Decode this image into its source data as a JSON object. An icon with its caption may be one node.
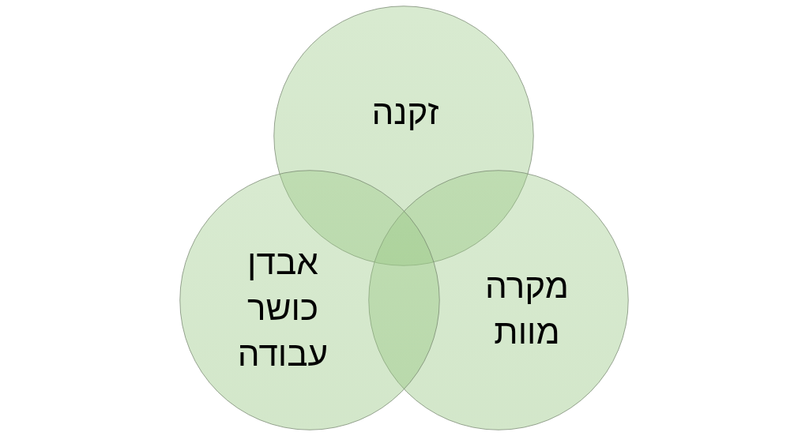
{
  "diagram": {
    "nodes": [
      {
        "text": [
          "זקנה"
        ]
      },
      {
        "text": [
          "מקרה מוות"
        ]
      },
      {
        "text": [
          "אבדן כושר עבודה"
        ]
      }
    ]
  }
}
